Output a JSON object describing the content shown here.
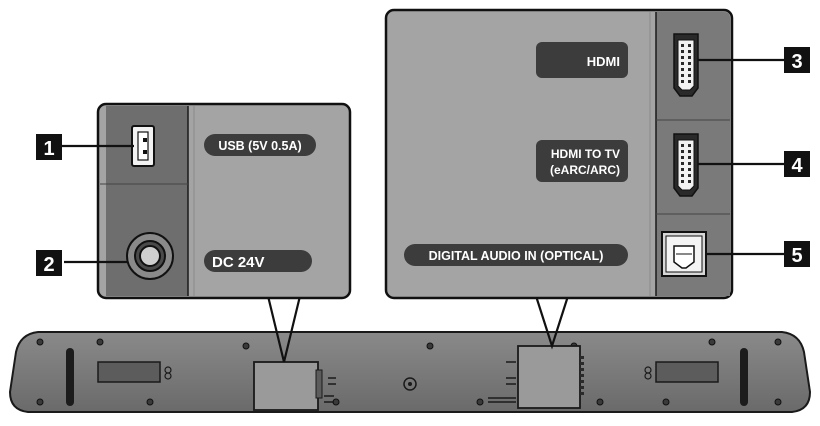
{
  "labels": {
    "usb": "USB (5V 0.5A)",
    "dc": "DC 24V",
    "hdmi": "HDMI",
    "hdmi_tv_line1": "HDMI TO TV",
    "hdmi_tv_line2": "(eARC/ARC)",
    "optical": "DIGITAL AUDIO IN (OPTICAL)"
  },
  "callouts": [
    "1",
    "2",
    "3",
    "4",
    "5"
  ],
  "colors": {
    "panel": "#a4a4a4",
    "panel_dark": "#6e6e6e",
    "outline": "#111111",
    "pill": "#3c3c3c",
    "callout_box": "#111111",
    "soundbar": "#7d7d7d"
  },
  "icons": {
    "usb_port": "usb-port-icon",
    "power_jack": "dc-jack-icon",
    "hdmi_port": "hdmi-port-icon",
    "optical_port": "optical-port-icon"
  }
}
